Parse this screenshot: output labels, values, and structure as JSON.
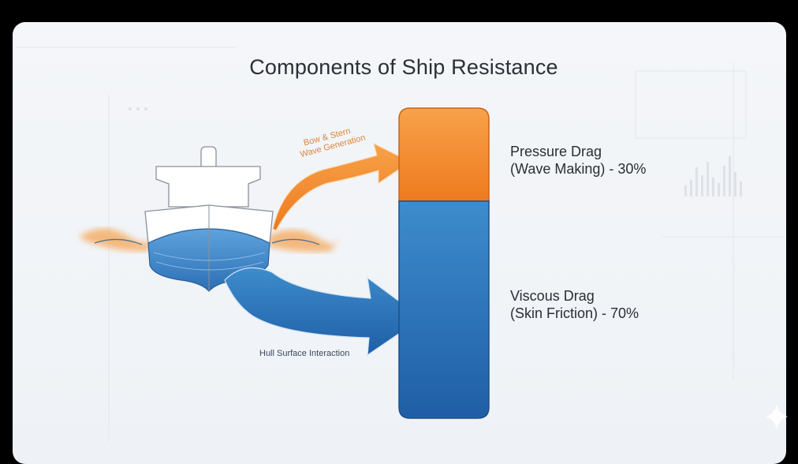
{
  "title": "Components of Ship Resistance",
  "components": [
    {
      "name": "Pressure Drag",
      "line2": "(Wave Making) - 30%",
      "percent": 30,
      "color": "#f08a2a",
      "arrow_label": "Bow & Stern",
      "arrow_label2": "Wave Generation"
    },
    {
      "name": "Viscous Drag",
      "line2": "(Skin Friction) - 70%",
      "percent": 70,
      "color": "#2f72b8",
      "arrow_label": "Hull Surface Interaction"
    }
  ]
}
